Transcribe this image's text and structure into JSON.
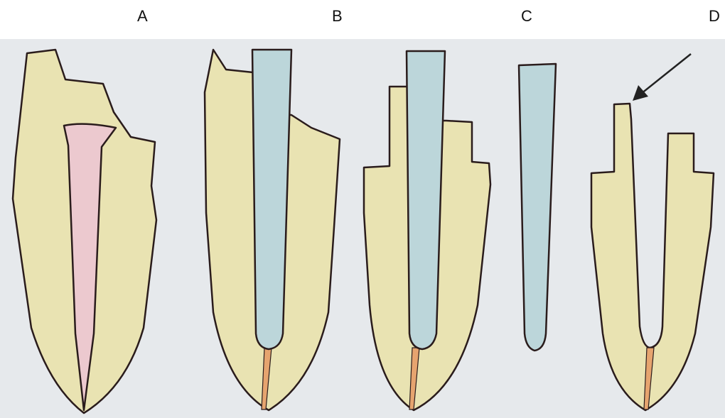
{
  "labels": {
    "a": "A",
    "b": "B",
    "c": "C",
    "d": "D"
  },
  "colors": {
    "paper": "#e6e9ec",
    "dentin": "#e9e3b2",
    "pulp": "#ecc9cf",
    "post": "#bcd6da",
    "gutta_percha": "#e6a46f",
    "outline": "#2a1c1c"
  }
}
